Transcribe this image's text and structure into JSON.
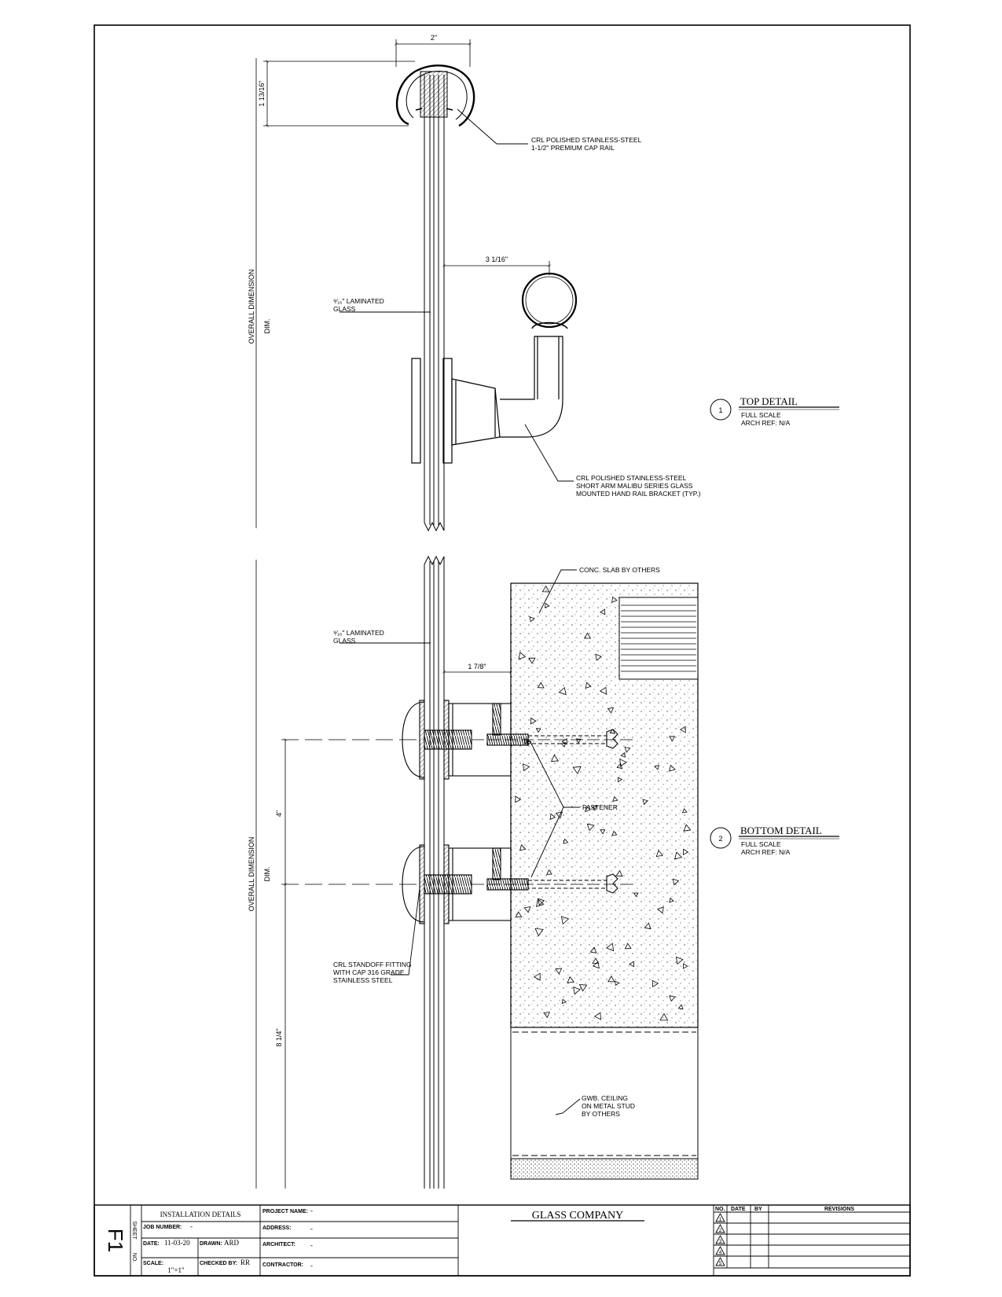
{
  "dimensions": {
    "cap_width": "2\"",
    "cap_height": "1 13/16\"",
    "bracket_offset": "3 1/16\"",
    "standoff_offset": "1 7/8\"",
    "fastener_spacing": "4\"",
    "bottom_offset": "8 1/4\"",
    "overall_dim_line1": "OVERALL DIMENSION",
    "overall_dim_line2": "DIM."
  },
  "notes": {
    "cap_rail": [
      "CRL POLISHED STAINLESS-STEEL",
      "1-1/2\" PREMIUM CAP RAIL"
    ],
    "glass_top": [
      "⁹⁄₁₆\" LAMINATED",
      "GLASS"
    ],
    "bracket": [
      "CRL POLISHED STAINLESS-STEEL",
      "SHORT ARM MALIBU SERIES GLASS",
      "MOUNTED HAND RAIL BRACKET (TYP.)"
    ],
    "slab": "CONC. SLAB BY OTHERS",
    "glass_bottom": [
      "⁹⁄₁₆\" LAMINATED",
      "GLASS"
    ],
    "fastener": "FASTENER",
    "standoff": [
      "CRL STANDOFF FITTING",
      "WITH CAP 316 GRADE",
      "STAINLESS STEEL"
    ],
    "ceiling": [
      "GWB. CEILING",
      "ON METAL STUD",
      "BY OTHERS"
    ]
  },
  "details": [
    {
      "number": "1",
      "title": "TOP  DETAIL",
      "scale": "FULL  SCALE",
      "ref": "ARCH  REF:  N/A"
    },
    {
      "number": "2",
      "title": "BOTTOM  DETAIL",
      "scale": "FULL  SCALE",
      "ref": "ARCH  REF:  N/A"
    }
  ],
  "title_block": {
    "sheet_no": "F1",
    "sheet_label": "SHEET",
    "no_label": "NO.",
    "drawing_title": "INSTALLATION DETAILS",
    "job_number_label": "JOB NUMBER:",
    "job_number": "-",
    "date_label": "DATE:",
    "date": "11-03-20",
    "drawn_label": "DRAWN:",
    "drawn": "ARD",
    "scale_label": "SCALE:",
    "scale": "1\"=1\"",
    "checked_label": "CHECKED BY:",
    "checked": "RR",
    "project_name_label": "PROJECT NAME:",
    "project_name": "-",
    "address_label": "ADDRESS:",
    "address": "-",
    "architect_label": "ARCHITECT:",
    "architect": "-",
    "contractor_label": "CONTRACTOR:",
    "contractor": "-",
    "company": "GLASS COMPANY",
    "rev_headers": [
      "NO.",
      "DATE",
      "BY",
      "REVISIONS"
    ],
    "rev_numbers": [
      "1",
      "2",
      "3",
      "4",
      "5"
    ]
  }
}
